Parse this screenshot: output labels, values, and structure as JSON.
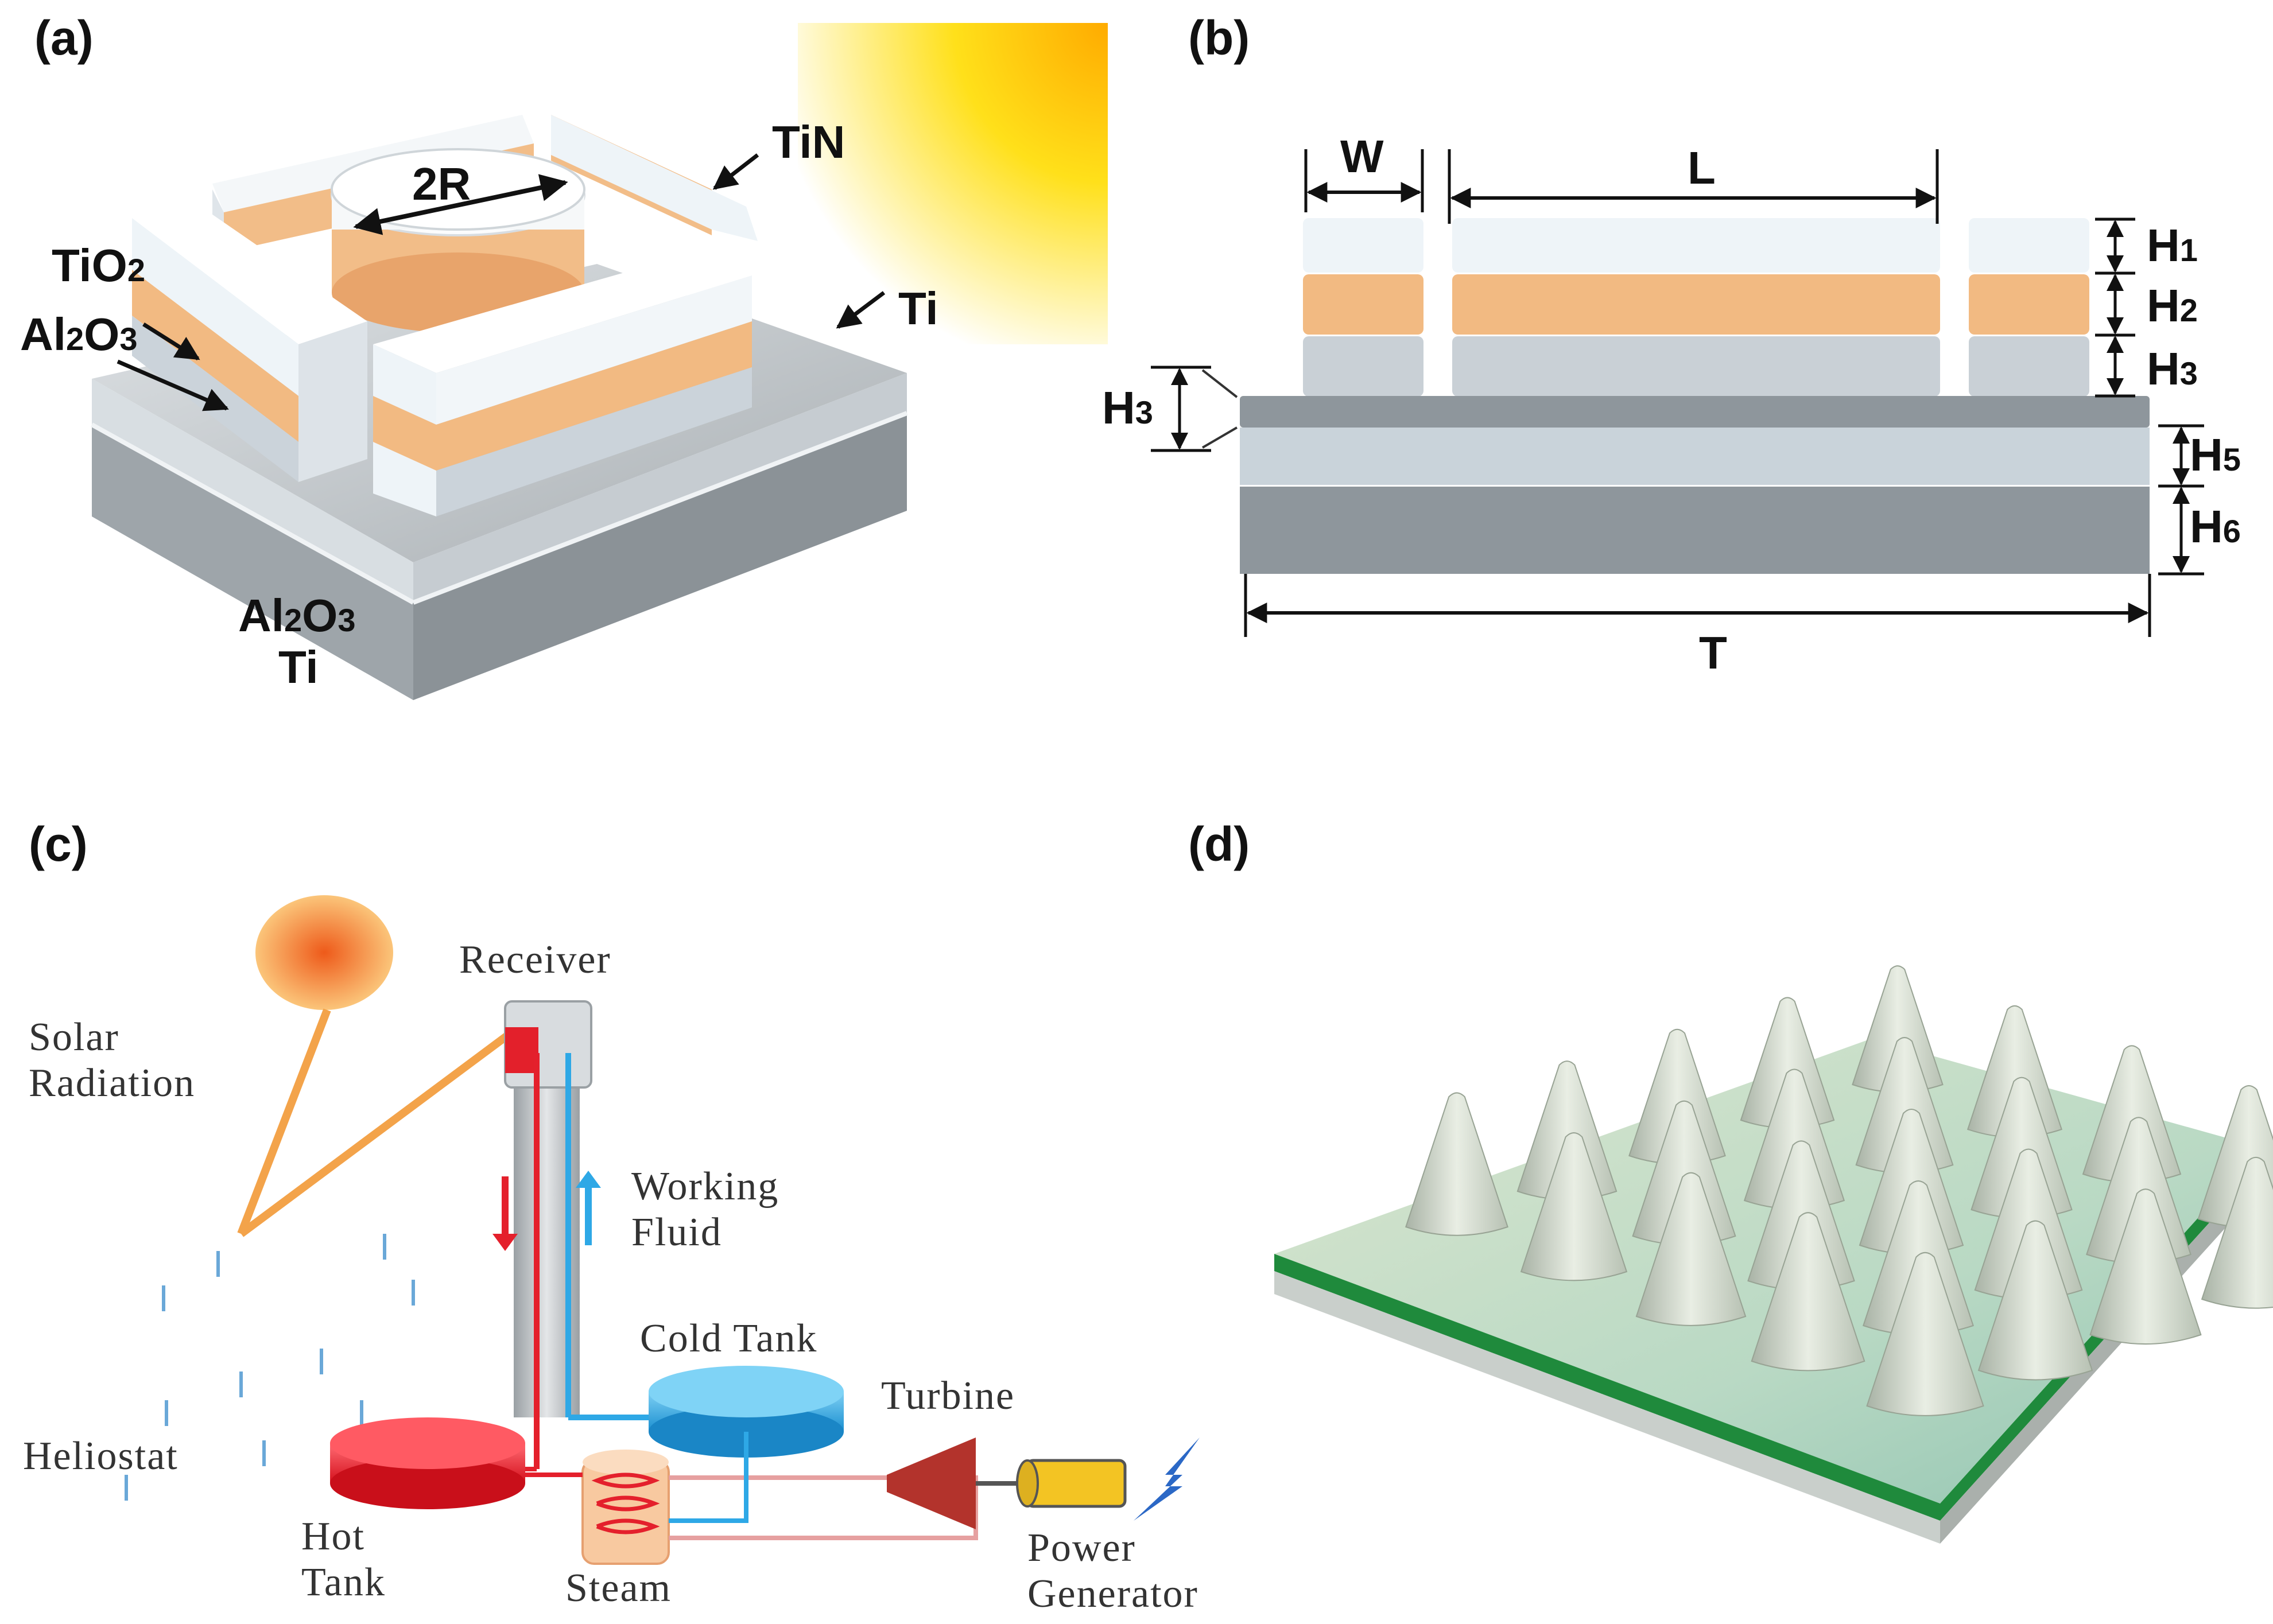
{
  "panels": {
    "a": {
      "label": "(a)",
      "labels": {
        "tin": "TiN",
        "two_r": "2R",
        "tio2_main": "TiO",
        "tio2_sub": "2",
        "al2o3_top_a": "Al",
        "al2o3_top_b": "2",
        "al2o3_top_c": "O",
        "al2o3_top_d": "3",
        "ti_top": "Ti",
        "al2o3_bottom_a": "Al",
        "al2o3_bottom_b": "2",
        "al2o3_bottom_c": "O",
        "al2o3_bottom_d": "3",
        "ti_bottom": "Ti"
      }
    },
    "b": {
      "label": "(b)",
      "labels": {
        "w": "W",
        "l": "L",
        "t": "T",
        "h1": "H",
        "h1_sub": "1",
        "h2": "H",
        "h2_sub": "2",
        "h3": "H",
        "h3_sub": "3",
        "h3_left": "H",
        "h3_left_sub": "3",
        "h5": "H",
        "h5_sub": "5",
        "h6": "H",
        "h6_sub": "6"
      }
    },
    "c": {
      "label": "(c)",
      "labels": {
        "receiver": "Receiver",
        "solar_1": "Solar",
        "solar_2": "Radiation",
        "working_1": "Working",
        "working_2": "Fluid",
        "cold_tank": "Cold Tank",
        "turbine": "Turbine",
        "heliostat": "Heliostat",
        "hot_1": "Hot",
        "hot_2": "Tank",
        "steam": "Steam",
        "power_1": "Power",
        "power_2": "Generator"
      }
    },
    "d": {
      "label": "(d)"
    }
  },
  "colors": {
    "tin_white": "#eef4f8",
    "tio2_orange": "#f2ba82",
    "al2o3_grey": "#c9d1d8",
    "ti_grey": "#8e969c",
    "sun_yellow": "#ffe11a",
    "sun_orange": "#ffb300",
    "hot_red": "#e4202c",
    "cold_blue": "#2ea8e6",
    "substrate_green": "#1f8a3c"
  }
}
